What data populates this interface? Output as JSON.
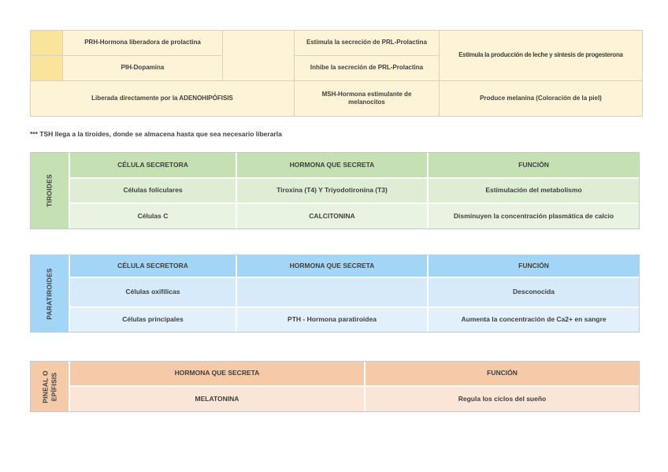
{
  "colors": {
    "yellow_accent": "#FAE49C",
    "yellow_cell": "#FDF3D6",
    "green_header": "#C5E0B3",
    "green_row_a": "#DFEDD4",
    "green_row_b": "#E9F3E2",
    "blue_header": "#A3D6F6",
    "blue_row_a": "#D7EAFA",
    "blue_row_b": "#E2F0FC",
    "orange_header": "#F5CAA8",
    "orange_row": "#FBE5D6",
    "text": "#3F3F3F"
  },
  "hypophysis": {
    "prh": "PRH-Hormona liberadora de prolactina",
    "pih": "PIH-Dopamina",
    "prh_function": "Estimula la secreción de PRL-Prolactina",
    "pih_function": "Inhibe la secreción de PRL-Prolactina",
    "prolactin_function": "Estimula la producción de leche y síntesis de progesterona",
    "adenohypophysis": "Liberada directamente por la ADENOHIPÓFISIS",
    "msh": "MSH-Hormona estimulante de melanocitos",
    "msh_function": "Produce melanina (Coloración de la piel)"
  },
  "note": "*** TSH llega a la tiroides, donde se almacena hasta que sea necesario liberarla",
  "tiroides": {
    "label": "TIROIDES",
    "headers": [
      "CÉLULA SECRETORA",
      "HORMONA QUE SECRETA",
      "FUNCIÓN"
    ],
    "rows": [
      [
        "Células foliculares",
        "Tiroxina (T4) Y Triyodotironina (T3)",
        "Estimulación del metabolismo"
      ],
      [
        "Células C",
        "CALCITONINA",
        "Disminuyen la concentración plasmática de calcio"
      ]
    ]
  },
  "paratiroides": {
    "label": "PARATIROIDES",
    "headers": [
      "CÉLULA SECRETORA",
      "HORMONA QUE SECRETA",
      "FUNCIÓN"
    ],
    "rows": [
      [
        "Células oxifílicas",
        "",
        "Desconocida"
      ],
      [
        "Células principales",
        "PTH - Hormona paratiroidea",
        "Aumenta la concentración de Ca2+ en sangre"
      ]
    ]
  },
  "pineal": {
    "label": "PINEAL O EPÍFISIS",
    "headers": [
      "HORMONA QUE SECRETA",
      "FUNCIÓN"
    ],
    "rows": [
      [
        "MELATONINA",
        "Regula los ciclos del sueño"
      ]
    ]
  }
}
